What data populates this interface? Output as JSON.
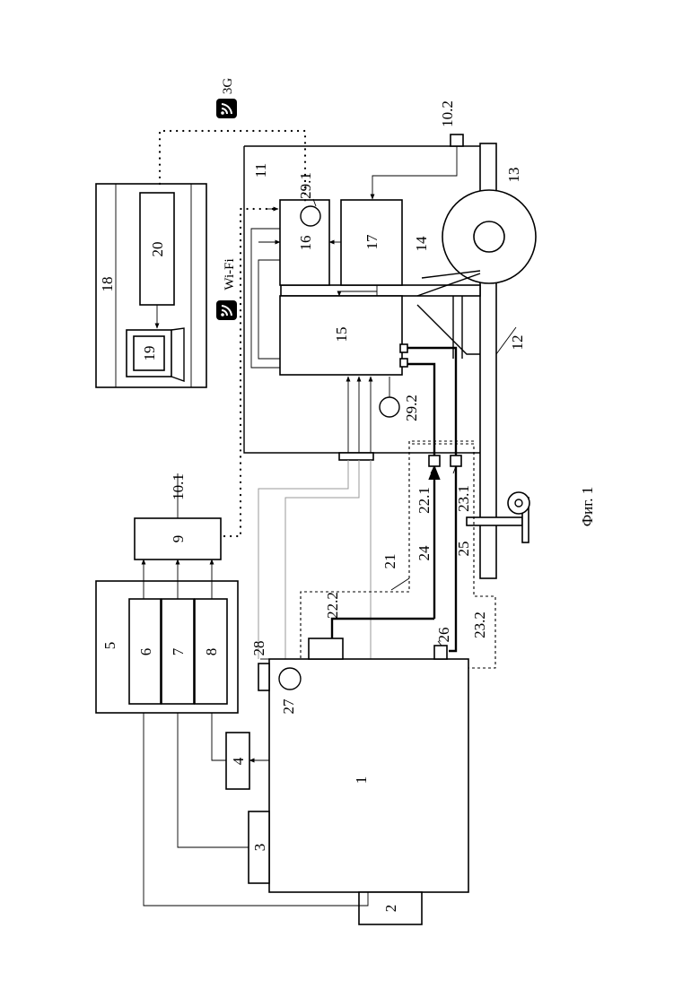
{
  "figure_caption": "Фиг. 1",
  "labels": {
    "l1": "1",
    "l2": "2",
    "l3": "3",
    "l4": "4",
    "l5": "5",
    "l6": "6",
    "l7": "7",
    "l8": "8",
    "l9": "9",
    "l10_1": "10.1",
    "l10_2": "10.2",
    "l11": "11",
    "l12": "12",
    "l13": "13",
    "l14": "14",
    "l15": "15",
    "l16": "16",
    "l17": "17",
    "l18": "18",
    "l19": "19",
    "l20": "20",
    "l21": "21",
    "l22_1": "22.1",
    "l22_2": "22.2",
    "l23_1": "23.1",
    "l23_2": "23.2",
    "l24": "24",
    "l25": "25",
    "l26": "26",
    "l27": "27",
    "l28": "28",
    "l29_1": "29.1",
    "l29_2": "29.2"
  },
  "wireless": {
    "wifi": "Wi-Fi",
    "g3": "3G"
  }
}
